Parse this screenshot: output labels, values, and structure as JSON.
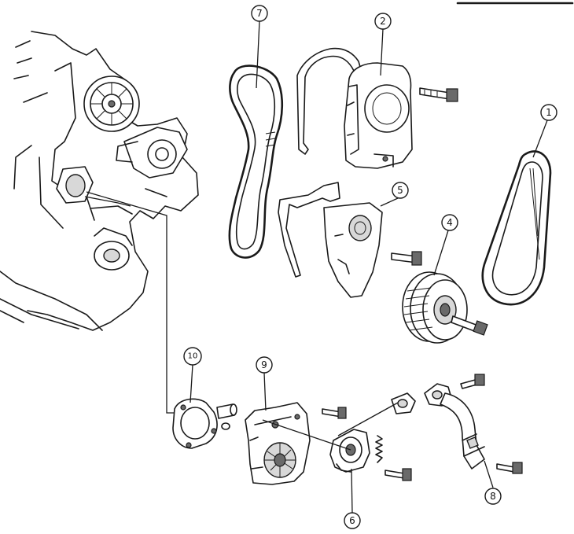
{
  "callouts": [
    {
      "id": "1",
      "label": "1"
    },
    {
      "id": "2",
      "label": "2"
    },
    {
      "id": "4",
      "label": "4"
    },
    {
      "id": "5",
      "label": "5"
    },
    {
      "id": "6",
      "label": "6"
    },
    {
      "id": "7",
      "label": "7"
    },
    {
      "id": "8",
      "label": "8"
    },
    {
      "id": "9",
      "label": "9"
    },
    {
      "id": "10",
      "label": "10"
    }
  ]
}
